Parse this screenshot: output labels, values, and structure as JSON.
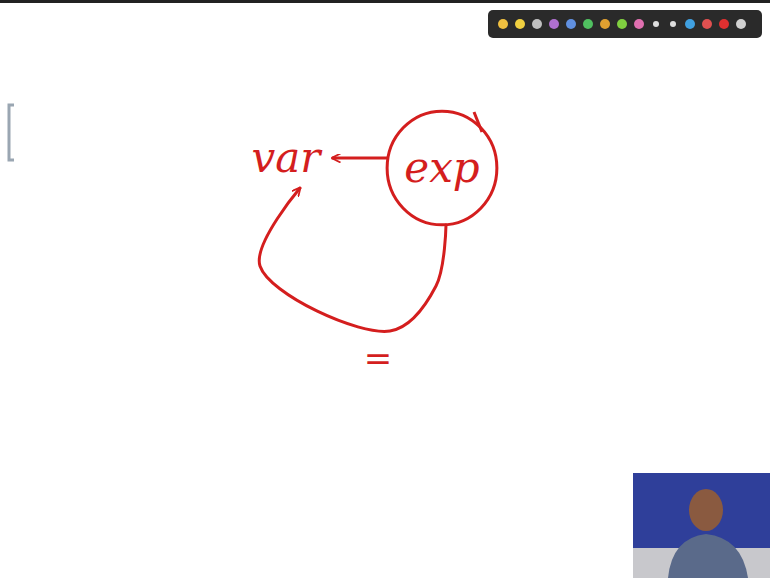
{
  "diagram": {
    "nodes": [
      {
        "text": [
          "var"
        ]
      },
      {
        "text": [
          "exp"
        ]
      }
    ],
    "edges": [
      {
        "from": 1,
        "to": 0,
        "arrow": "to"
      },
      {
        "from": 1,
        "to": 0,
        "arrow": "to",
        "label": "="
      }
    ]
  }
}
